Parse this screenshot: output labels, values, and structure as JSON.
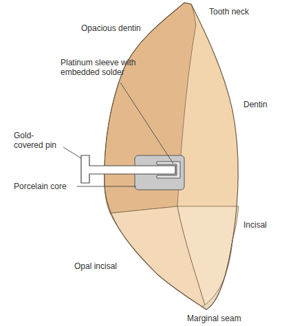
{
  "diagram": {
    "labels": [
      "Tooth neck",
      "Opacious dentin",
      "Platinum sleeve with embedded solder",
      "Dentin",
      "Gold-covered pin",
      "Porcelain core",
      "Incisal",
      "Opal incisal",
      "Marginal seam"
    ]
  }
}
